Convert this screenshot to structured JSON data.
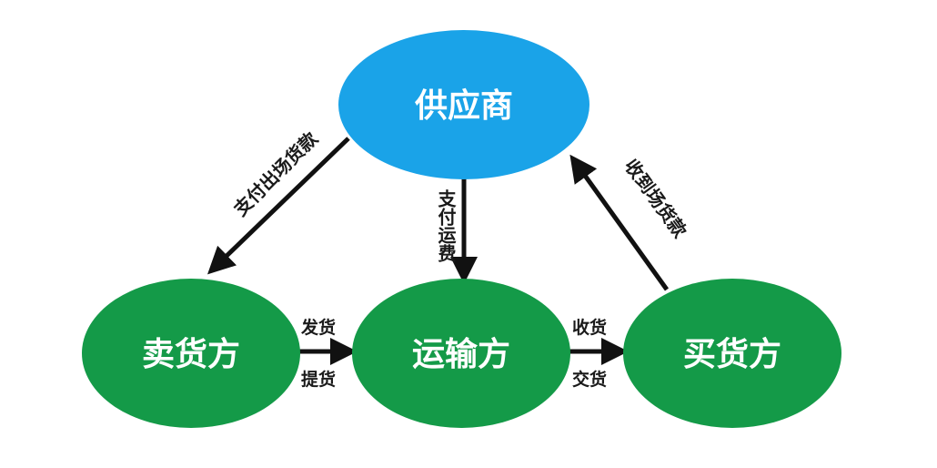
{
  "colors": {
    "supplier_fill": "#1aa3e8",
    "party_fill": "#149a48",
    "arrow": "#111111",
    "node_text": "#ffffff",
    "edge_text": "#1a1a1a"
  },
  "nodes": {
    "supplier": "供应商",
    "seller": "卖货方",
    "transport": "运输方",
    "buyer": "买货方"
  },
  "edges": {
    "supplier_to_seller": "支付出场货款",
    "supplier_to_transport": "支付运费",
    "seller_to_transport_top": "发货",
    "seller_to_transport_bottom": "提货",
    "transport_to_buyer_top": "收货",
    "transport_to_buyer_bottom": "交货",
    "buyer_to_supplier": "收到场货款"
  }
}
